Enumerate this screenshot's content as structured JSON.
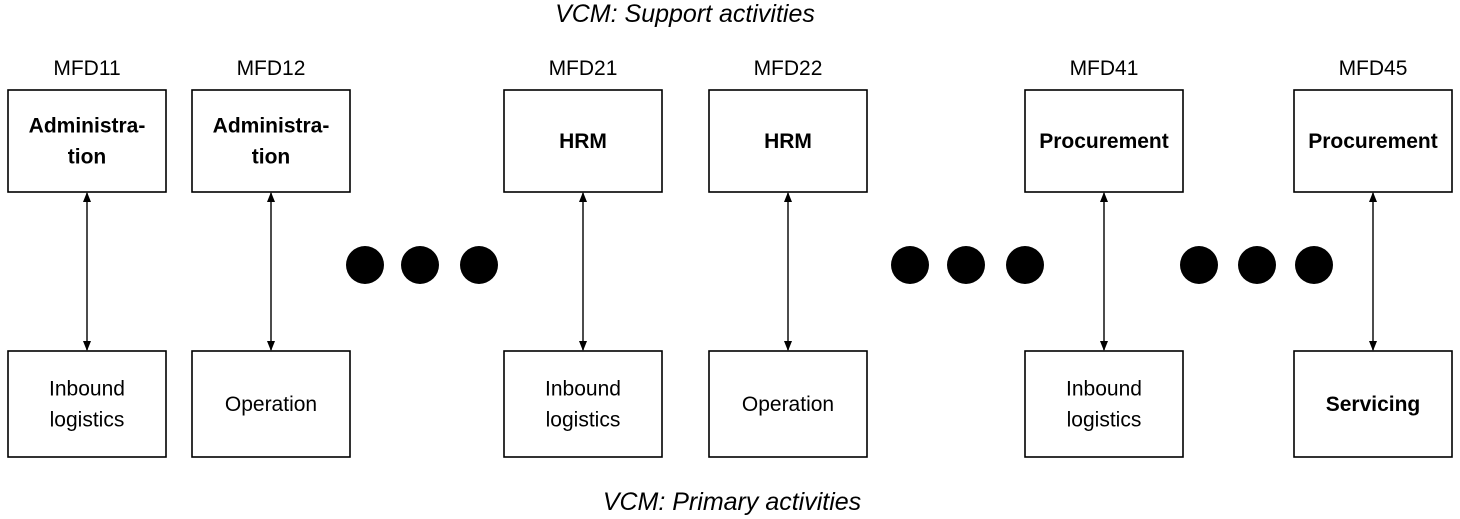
{
  "titles": {
    "top": "VCM: Support activities",
    "bottom": "VCM: Primary activities"
  },
  "columns": [
    {
      "code": "MFD11",
      "support": [
        "Administra-",
        "tion"
      ],
      "support_bold": true,
      "primary": [
        "Inbound",
        "logistics"
      ],
      "primary_bold": false
    },
    {
      "code": "MFD12",
      "support": [
        "Administra-",
        "tion"
      ],
      "support_bold": true,
      "primary": [
        "Operation"
      ],
      "primary_bold": false
    },
    {
      "code": "MFD21",
      "support": [
        "HRM"
      ],
      "support_bold": true,
      "primary": [
        "Inbound",
        "logistics"
      ],
      "primary_bold": false
    },
    {
      "code": "MFD22",
      "support": [
        "HRM"
      ],
      "support_bold": true,
      "primary": [
        "Operation"
      ],
      "primary_bold": false
    },
    {
      "code": "MFD41",
      "support": [
        "Procurement"
      ],
      "support_bold": true,
      "primary": [
        "Inbound",
        "logistics"
      ],
      "primary_bold": false
    },
    {
      "code": "MFD45",
      "support": [
        "Procurement"
      ],
      "support_bold": true,
      "primary": [
        "Servicing"
      ],
      "primary_bold": true
    }
  ],
  "ellipsis_groups": 3,
  "colors": {
    "stroke": "#000000",
    "fill": "#ffffff",
    "dot": "#000000"
  }
}
